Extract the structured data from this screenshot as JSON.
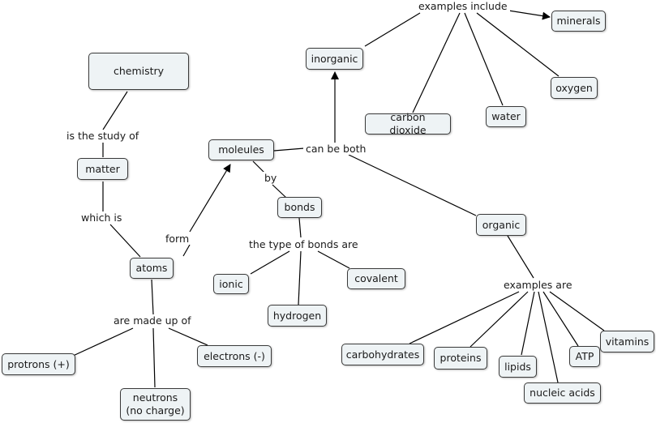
{
  "concepts": {
    "chemistry": "chemistry",
    "matter": "matter",
    "atoms": "atoms",
    "protrons": "protrons (+)",
    "neutrons": "neutrons\n(no charge)",
    "electrons": "electrons (-)",
    "moleules": "moleules",
    "bonds": "bonds",
    "ionic": "ionic",
    "hydrogen": "hydrogen",
    "covalent": "covalent",
    "inorganic": "inorganic",
    "minerals": "minerals",
    "carbon_dioxide": "carbon dioxide",
    "water": "water",
    "oxygen": "oxygen",
    "organic": "organic",
    "carbohydrates": "carbohydrates",
    "proteins": "proteins",
    "lipids": "lipids",
    "nucleic_acids": "nucleic acids",
    "atp": "ATP",
    "vitamins": "vitamins"
  },
  "linking_phrases": {
    "is_the_study_of": "is the study of",
    "which_is": "which is",
    "are_made_up_of": "are made up of",
    "form": "form",
    "by": "by",
    "the_type_of_bonds_are": "the type of bonds are",
    "can_be_both": "can be both",
    "examples_include": "examples include",
    "examples_are": "examples are"
  }
}
